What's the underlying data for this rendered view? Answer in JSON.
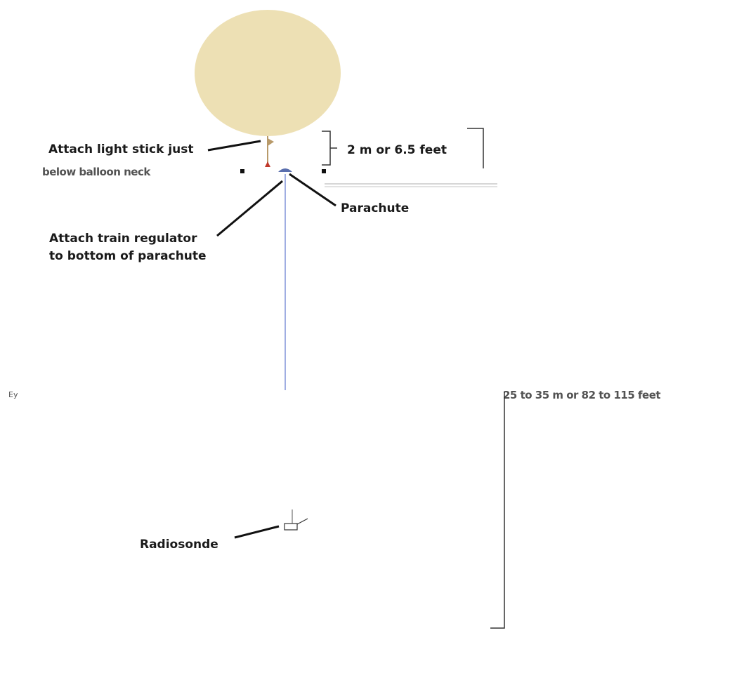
{
  "labels": {
    "light_stick_line1": "Attach light stick just",
    "light_stick_line2": "below balloon neck",
    "distance_short": "2 m or 6.5 feet",
    "parachute": "Parachute",
    "regulator_line1": "Attach train regulator",
    "regulator_line2": "to bottom of parachute",
    "distance_long": "25 to 35 m or 82 to 115 feet",
    "radiosonde": "Radiosonde"
  },
  "colors": {
    "balloon": "#ede0b4",
    "train_line": "#8094d8",
    "parachute": "#5a6fae",
    "light_stick": "#b89a6a",
    "marker": "#c0392b",
    "pointer": "#111111",
    "bracket": "#333333"
  },
  "icons": {
    "balloon": "balloon-shape",
    "parachute": "parachute-shape",
    "light_stick": "light-stick-shape",
    "radiosonde": "radiosonde-box-shape"
  }
}
